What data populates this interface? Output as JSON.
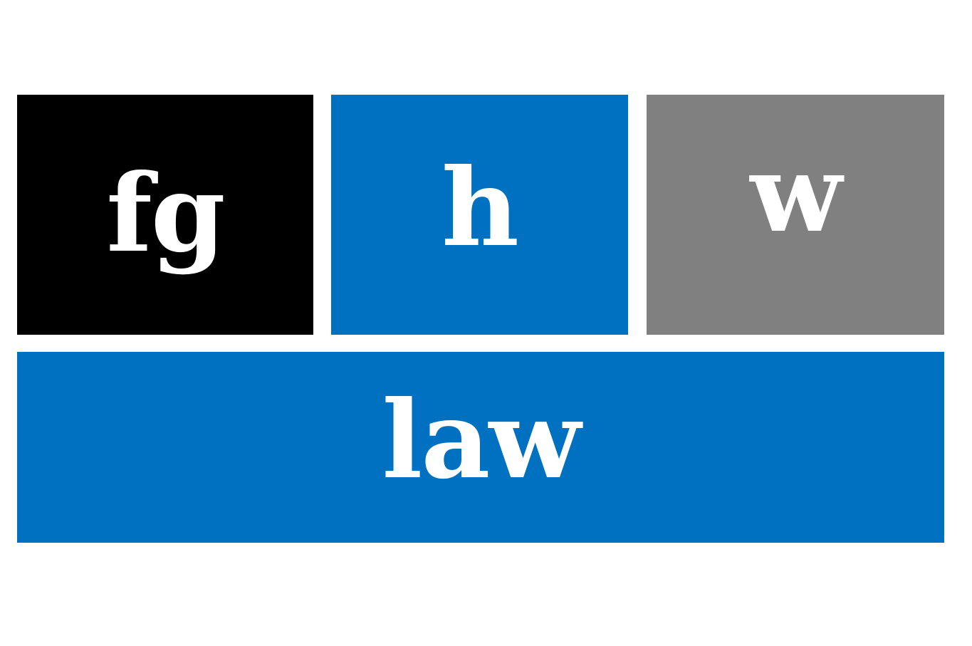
{
  "tiles": [
    {
      "label": "fg",
      "color": "#000000"
    },
    {
      "label": "h",
      "color": "#0070C0"
    },
    {
      "label": "w",
      "color": "#808080"
    },
    {
      "label": "law",
      "color": "#0070C0"
    }
  ]
}
